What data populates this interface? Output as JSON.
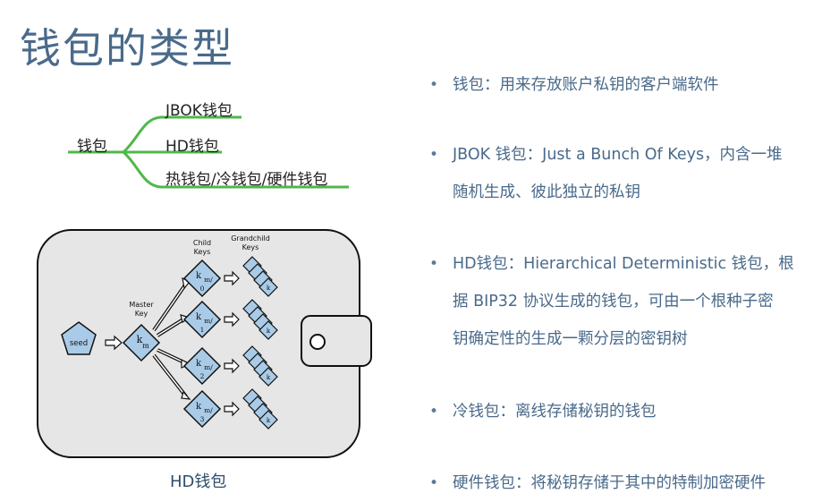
{
  "title": "钱包的类型",
  "mindmap": {
    "root": "钱包",
    "branches": [
      "JBOK钱包",
      "HD钱包",
      "热钱包/冷钱包/硬件钱包"
    ]
  },
  "diagram": {
    "seed": "seed",
    "master_key_label": "Master\nKey",
    "child_keys_label": "Child\nKeys",
    "grandchild_keys_label": "Grandchild\nKeys",
    "master_symbol": "k",
    "master_sub": "m",
    "children": [
      {
        "sym": "k",
        "sub": "m/",
        "idx": "0"
      },
      {
        "sym": "k",
        "sub": "m/",
        "idx": "1"
      },
      {
        "sym": "k",
        "sub": "m/",
        "idx": "2"
      },
      {
        "sym": "k",
        "sub": "m/",
        "idx": "3"
      }
    ],
    "grandchild_symbol": "k",
    "caption": "HD钱包"
  },
  "bullets": [
    {
      "lines": [
        "钱包：用来存放账户私钥的客户端软件"
      ]
    },
    {
      "lines": [
        "JBOK 钱包：Just a Bunch Of Keys，内含一堆",
        "随机生成、彼此独立的私钥"
      ]
    },
    {
      "lines": [
        "HD钱包：Hierarchical Deterministic 钱包，根",
        "据 BIP32 协议生成的钱包，可由一个根种子密",
        "钥确定性的生成一颗分层的密钥树"
      ]
    },
    {
      "lines": [
        "冷钱包：离线存储秘钥的钱包"
      ]
    },
    {
      "lines": [
        "硬件钱包：将秘钥存储于其中的特制加密硬件"
      ]
    }
  ],
  "colors": {
    "title": "#4a6a8a",
    "mindmap_line": "#4fb84a",
    "diamond_fill": "#a9cbe8",
    "wallet_fill": "#e6e6e6"
  }
}
